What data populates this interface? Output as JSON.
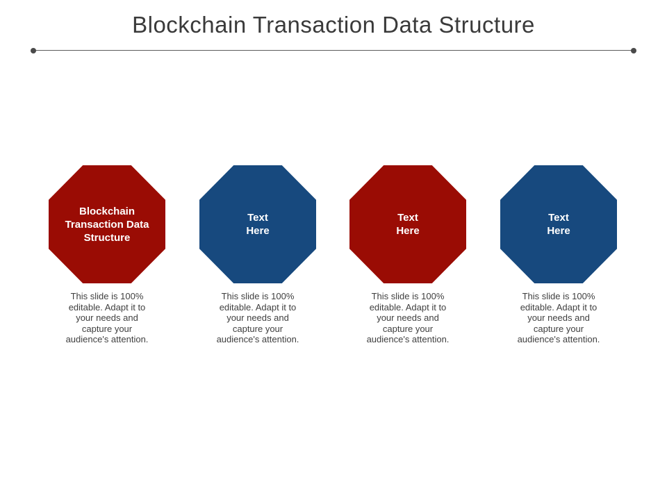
{
  "slide": {
    "title": "Blockchain Transaction Data Structure",
    "colors": {
      "background": "#ffffff",
      "title_text": "#3a3a3a",
      "divider": "#5a5a5a",
      "divider_dot": "#4a4a4a",
      "octagon_red": "#9a0c04",
      "octagon_blue": "#17497e",
      "octagon_text": "#ffffff",
      "caption_text": "#3f3f3f"
    },
    "items": [
      {
        "label": "Blockchain\nTransaction Data\nStructure",
        "fill": "#9a0c04",
        "caption": "This slide is 100%\neditable. Adapt it to\nyour needs and\ncapture your\naudience's attention."
      },
      {
        "label": "Text\nHere",
        "fill": "#17497e",
        "caption": "This slide is 100%\neditable. Adapt it to\nyour needs and\ncapture your\naudience's attention."
      },
      {
        "label": "Text\nHere",
        "fill": "#9a0c04",
        "caption": "This slide is 100%\neditable. Adapt it to\nyour needs and\ncapture your\naudience's attention."
      },
      {
        "label": "Text\nHere",
        "fill": "#17497e",
        "caption": "This slide is 100%\neditable. Adapt it to\nyour needs and\ncapture your\naudience's attention."
      }
    ]
  }
}
